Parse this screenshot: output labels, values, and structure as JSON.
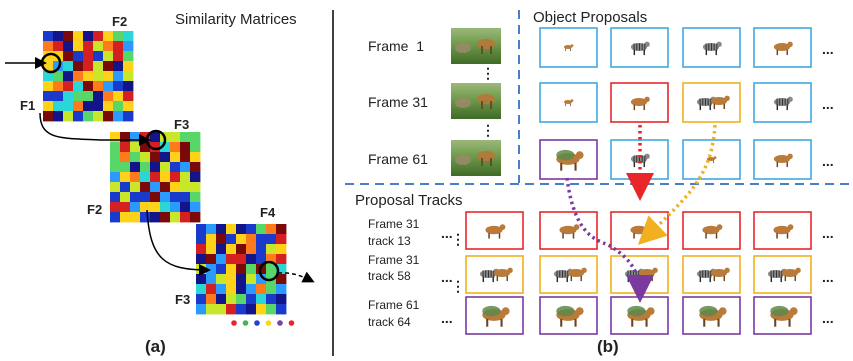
{
  "panel_a": {
    "title": "Similarity Matrices",
    "caption": "(a)",
    "matrix_labels": {
      "m1_top": "F2",
      "m1_left": "F1",
      "m2_top": "F3",
      "m2_left": "F2",
      "m3_top": "F4",
      "m3_left": "F3"
    },
    "palette": [
      "#7a0a0a",
      "#d42020",
      "#ff7a1a",
      "#ffd21a",
      "#c8e62a",
      "#58d668",
      "#2ad6d6",
      "#2a9aff",
      "#1a3acc",
      "#14148a"
    ],
    "dot_colors": [
      "#e8262a",
      "#3fb84a",
      "#2140d8",
      "#f4d81a",
      "#7a3fb0",
      "#e8262a"
    ]
  },
  "panel_b": {
    "caption": "(b)",
    "object_proposals_title": "Object Proposals",
    "proposal_tracks_title": "Proposal Tracks",
    "frame_labels": [
      "Frame  1",
      "Frame 31",
      "Frame 61"
    ],
    "track_labels": [
      [
        "Frame 31",
        "track 13"
      ],
      [
        "Frame 31",
        "track 58"
      ],
      [
        "Frame 61",
        "track 64"
      ]
    ],
    "ellipsis": "...",
    "vdots": "⋮",
    "colors": {
      "proposal_box": "#3fa9e0",
      "track_13": "#e8262a",
      "track_58": "#f0b020",
      "track_64": "#7a3aa0",
      "divider": "#4a7ec8"
    }
  }
}
